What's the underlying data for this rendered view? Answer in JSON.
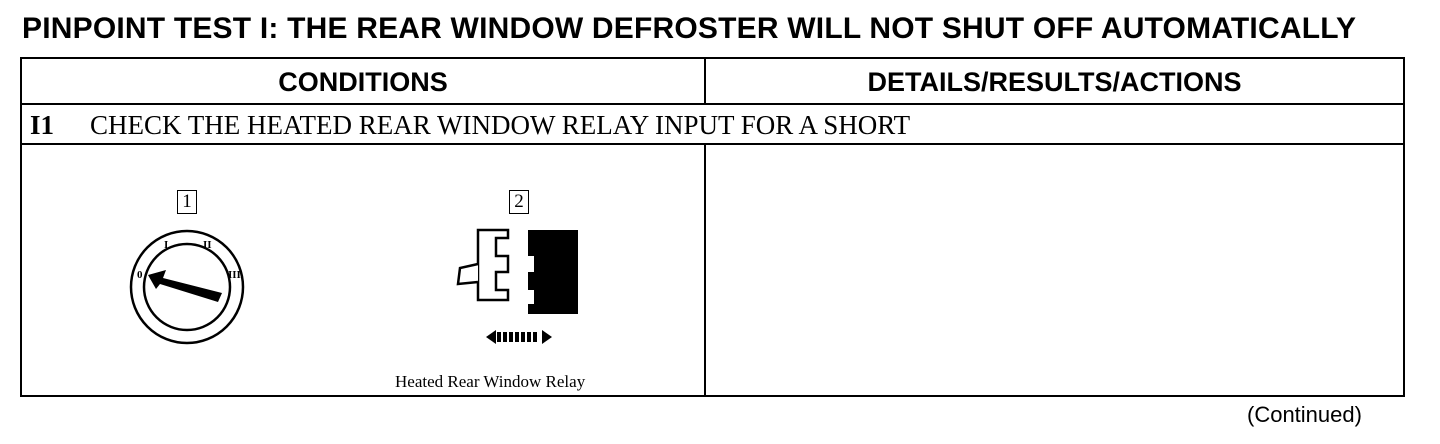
{
  "title": "PINPOINT TEST I: THE REAR WINDOW DEFROSTER WILL NOT SHUT OFF AUTOMATICALLY",
  "table": {
    "headers": {
      "conditions": "CONDITIONS",
      "details": "DETAILS/RESULTS/ACTIONS"
    },
    "step": {
      "id": "I1",
      "text": "CHECK THE HEATED REAR WINDOW RELAY INPUT FOR A SHORT"
    }
  },
  "figures": {
    "ignition_switch": {
      "callout": "1",
      "icon": "ignition-switch-icon",
      "positions": [
        "0",
        "I",
        "II",
        "III"
      ],
      "selected_position": "0"
    },
    "relay": {
      "callout": "2",
      "icon": "relay-connector-icon",
      "caption": "Heated Rear Window Relay",
      "action_icon": "double-arrow-icon"
    }
  },
  "footer": {
    "continued": "(Continued)"
  }
}
